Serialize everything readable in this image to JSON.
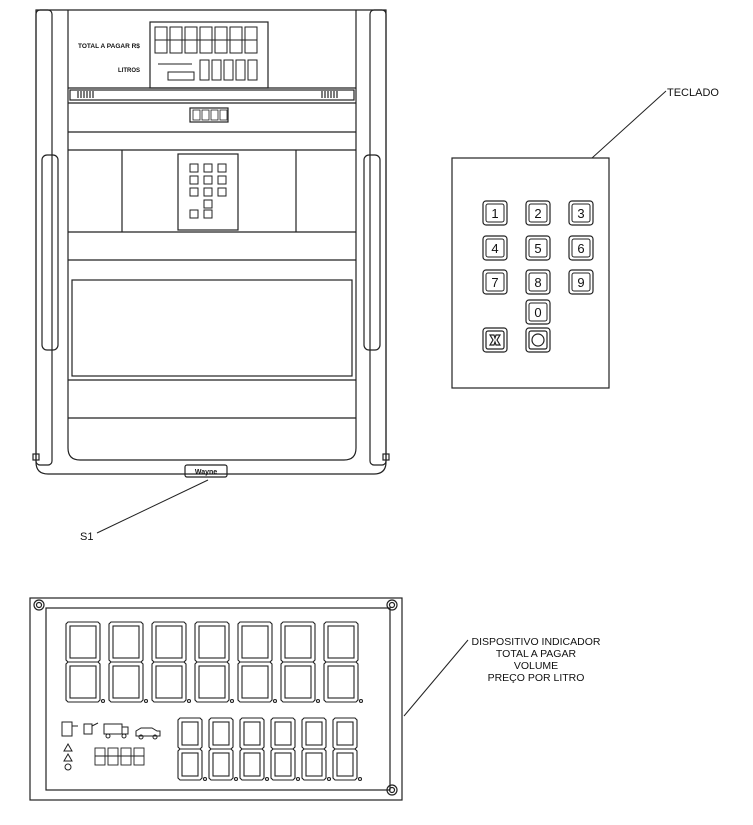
{
  "dispenser": {
    "total_label": "TOTAL A PAGAR R$",
    "litros_label": "LITROS",
    "brand": "Wayne"
  },
  "callouts": {
    "teclado": "TECLADO",
    "s1": "S1",
    "device": [
      "DISPOSITIVO INDICADOR",
      "TOTAL A PAGAR",
      "VOLUME",
      "PREÇO POR LITRO"
    ]
  },
  "keypad": {
    "rows": [
      [
        "1",
        "2",
        "3"
      ],
      [
        "4",
        "5",
        "6"
      ],
      [
        "7",
        "8",
        "9"
      ],
      [
        "",
        "0",
        ""
      ]
    ],
    "cancel_icon": "cancel-x-icon",
    "confirm_icon": "confirm-circle-icon"
  },
  "colors": {
    "line": "#222222",
    "fill": "#ffffff"
  }
}
